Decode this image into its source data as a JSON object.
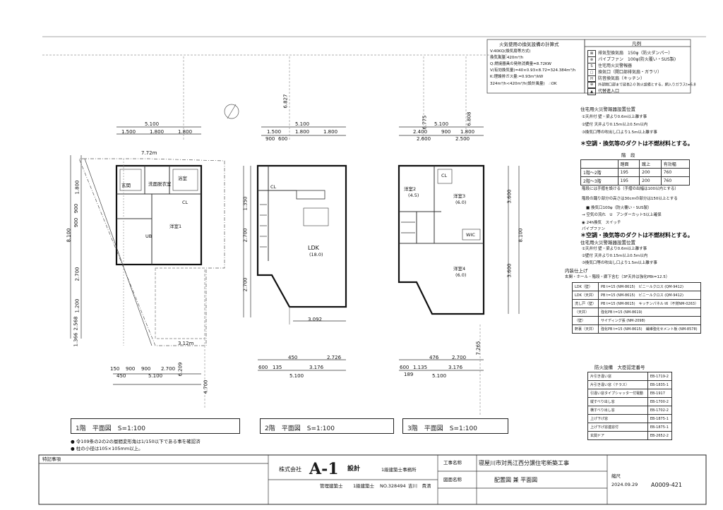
{
  "ventilation_calc": {
    "title": "火気使用の換気設備の計算式",
    "lines": [
      "V:40KQ(換気扇等方式)",
      "換気風量:420m³/h",
      "Q:燃焼器具の発熱消費量=8.72KW",
      "V(有効換気量)=40×0.93×8.72=324.384m³/h",
      "K:理論排ガス量:=0.93m³/kW",
      "324m³/h<420m³/h(設計風量)　∴OK"
    ]
  },
  "legend": {
    "title": "凡例",
    "items": [
      "排気型換気扇　150φ（防火ダンパー）",
      "パイプファン　100φ(防火覆い・SUS製)",
      "住宅用火災警報器",
      "換気口（開口部排気扇・ガラリ）",
      "防音換気扇（キッチン）",
      "外部開口部まで延長2-0 防火設備とする。網入りガラスt=6.8",
      "代替進入口"
    ]
  },
  "alarm_notes": {
    "title": "住宅用火災警報器設置位置",
    "lines": [
      "①天井付 壁・梁より0.6m以上離す事",
      "②壁付 天井より0.15m以上0.5m以内",
      "③換気口等の吹出し口より1.5m以上離す事"
    ],
    "duct_note": "＊空調・換気等のダクトは不燃材料とする。"
  },
  "stairs": {
    "title": "階　段",
    "headers": [
      "",
      "踏面",
      "蹴上",
      "有効幅"
    ],
    "rows": [
      [
        "1階〜2階",
        "195",
        "200",
        "760"
      ],
      [
        "2階〜3階",
        "195",
        "200",
        "760"
      ]
    ],
    "notes": [
      "階段には手摺を設ける（手摺の出幅は100以内とする）",
      "階段の踊り部分の高さは30cmの部分は150以上とする"
    ]
  },
  "legend2": {
    "items": [
      "換気口100φ（防火覆い・SUS製）",
      "空気の流れ　U　アンダーカット5以上確保",
      "24h換気　スイッチ",
      "パイプファン"
    ],
    "duct_note": "＊空調・換気等のダクトは不燃材料とする。"
  },
  "alarm_notes2": {
    "title": "住宅用火災警報器設置位置",
    "lines": [
      "①天井付 壁・梁より0.6m以上離す事",
      "②壁付 天井より0.15m以上0.5m以内",
      "③換気口等の吹出し口より1.5m以上離す事"
    ]
  },
  "finish": {
    "title": "内装仕上げ",
    "subtitle": "玄関・ホール・階段・廊下含む（3F天井は強化PBt=12.5）",
    "rows": [
      [
        "LDK（壁）",
        "PB t=15 (NM-8615)　ビニールクロス (QM-9412)"
      ],
      [
        "LDK（天井）",
        "PB t=15 (NM-8615)　ビニールクロス (QM-9412)"
      ],
      [
        "洗し戸（壁）",
        "PB t=15 (NM-8615)　キッチンパネル t6（不燃NM-0263）"
      ],
      [
        "（天井）",
        "強化PB t=15 (NM-8619)"
      ],
      [
        "（壁）",
        "サイディング張 (NM-2098)"
      ],
      [
        "軒裏（天井）",
        "強化PB t=15 (NM-8615)　繊維強化セメント板 (NM-8578)"
      ]
    ]
  },
  "fire_equipment": {
    "title": "防火設備　大臣認定番号",
    "rows": [
      [
        "片引き違い窓",
        "EB-1719-2"
      ],
      [
        "片引き違い窓（テラス）",
        "EB-1835-1"
      ],
      [
        "引違い窓タイプシャッター付電動",
        "EB-1917"
      ],
      [
        "縦すべり出し窓",
        "EB-1700-2"
      ],
      [
        "横すべり出し窓",
        "EB-1702-2"
      ],
      [
        "上げ下げ窓",
        "EB-1875-1"
      ],
      [
        "上げ下げ窓連窓付",
        "EB-1875-1"
      ],
      [
        "玄関ドア",
        "EB-2652-2"
      ]
    ]
  },
  "plans": [
    {
      "label": "1階　平面図　S=1:100",
      "rooms": [
        "洗面脱衣室",
        "浴室",
        "玄関",
        "洋室1",
        "CL",
        "UB"
      ],
      "dims_top": [
        "5.100",
        "1.500",
        "1.800",
        "1.800"
      ],
      "dims_left": [
        "8.100",
        "1.800",
        "900",
        "900",
        "2.700",
        "1.200",
        "2.568",
        "1.366"
      ],
      "dims_bottom": [
        "150",
        "900",
        "900",
        "2.700",
        "450",
        "5.100"
      ],
      "extra": [
        "7.72m",
        "3.12m",
        "6.209",
        "4.700"
      ]
    },
    {
      "label": "2階　平面図　S=1:100",
      "rooms": [
        "LDK",
        "(18.0)",
        "CL"
      ],
      "dims_top": [
        "5.100",
        "1.500",
        "1.800",
        "1.800",
        "900",
        "600"
      ],
      "dims_left": [
        "1.350",
        "2.700",
        "2.700"
      ],
      "dims_bottom": [
        "3.092",
        "2.726",
        "450",
        "3.176",
        "600",
        "135",
        "5.100"
      ],
      "extra": [
        "6.827"
      ]
    },
    {
      "label": "3階　平面図　S=1:100",
      "rooms": [
        "洋室2",
        "(4.5)",
        "洋室3",
        "(6.0)",
        "洋室4",
        "(6.0)",
        "CL",
        "WIC"
      ],
      "dims_top": [
        "5.100",
        "2.400",
        "900",
        "1.800",
        "2.600",
        "2.500"
      ],
      "dims_left": [
        "3.600",
        "3.600",
        "8.100"
      ],
      "dims_bottom": [
        "2.700",
        "476",
        "3.176",
        "600",
        "1.135",
        "189",
        "5.100"
      ],
      "extra": [
        "6.775",
        "6.808",
        "7.265"
      ]
    }
  ],
  "footnotes": [
    "● 令109条の2の2の層間変形角は1/150以下である事を確認済",
    "● 柱の小径は105×105mm以上。"
  ],
  "title_block": {
    "notes_label": "特記事項",
    "company": "株式会社",
    "logo": "A-1",
    "company_suffix": "設計",
    "office": "1級建築士事務所",
    "architect_label": "管理建築士",
    "architect_grade": "1級建築士",
    "registration": "NO.328494",
    "architect_name": "吉川　貴清",
    "project_label": "工事名称",
    "project": "寝屋川市対馬江西分譲住宅新築工事",
    "drawing_label": "図面名称",
    "drawing": "配置図 兼 平面図",
    "scale_label": "縮尺",
    "date": "2024.09.29",
    "drawing_no": "A0009-421"
  }
}
